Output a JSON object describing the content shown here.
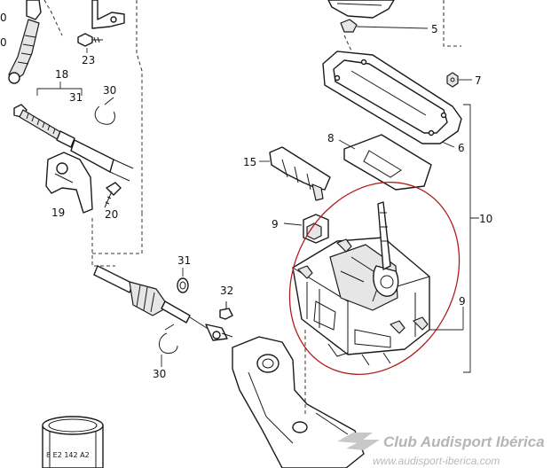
{
  "diagram": {
    "callouts": {
      "c5": "5",
      "c7": "7",
      "c6": "6",
      "c8": "8",
      "c10": "10",
      "c9_right": "9",
      "c15": "15",
      "c9_left": "9",
      "c23": "23",
      "c18": "18",
      "c31_top": "31",
      "c30_top": "30",
      "c19": "19",
      "c20": "20",
      "c31_mid": "31",
      "c32": "32",
      "c30_bottom": "30",
      "c0_left": "0",
      "c0_left2": "0"
    },
    "part_number": "8 E2 142 A2"
  },
  "watermark": {
    "name": "Club Audisport Ibérica",
    "url": "www.audisport-iberica.com"
  },
  "colors": {
    "highlight_ellipse": "#b31b1b",
    "line": "#1a1a1a",
    "watermark": "#b5b5b5"
  }
}
